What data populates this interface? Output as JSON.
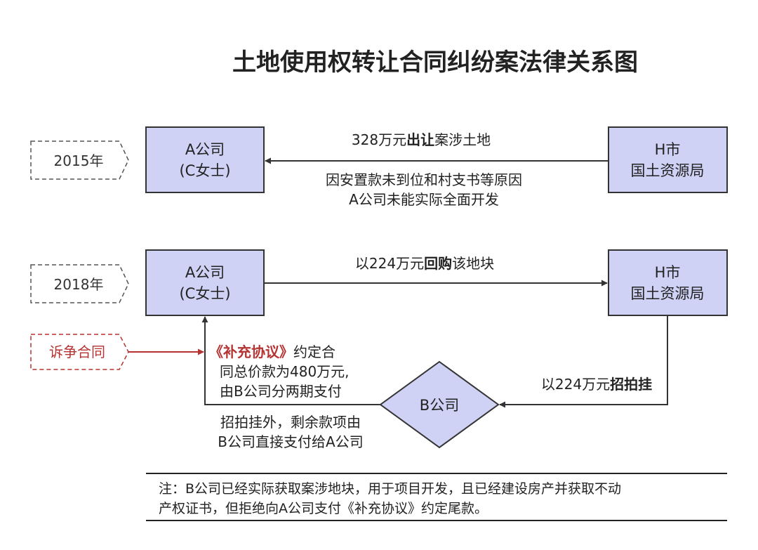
{
  "title": "土地使用权转让合同纠纷案法律关系图",
  "rows": [
    {
      "year": "2015年",
      "left_box": {
        "line1": "A公司",
        "line2": "(C女士)"
      },
      "right_box": {
        "line1": "H市",
        "line2": "国土资源局"
      },
      "edge_top": {
        "pre": "328万元",
        "bold": "出让",
        "post": "案涉土地"
      },
      "edge_below": [
        "因安置款未到位和村支书等原因",
        "A公司未能实际全面开发"
      ]
    },
    {
      "year": "2018年",
      "left_box": {
        "line1": "A公司",
        "line2": "(C女士)"
      },
      "right_box": {
        "line1": "H市",
        "line2": "国土资源局"
      },
      "edge_top": {
        "pre": "以224万元",
        "bold": "回购",
        "post": "该地块"
      }
    }
  ],
  "dispute_label": "诉争合同",
  "supplement": {
    "bold": "《补充协议》",
    "line1_post": "约定合",
    "line2": "同总价款为480万元,",
    "line3": "由B公司分两期支付"
  },
  "b_company": "B公司",
  "right_edge": {
    "pre": "以224万元",
    "bold": "招拍挂"
  },
  "bottom_edge": [
    "招拍挂外，剩余款项由",
    "B公司直接支付给A公司"
  ],
  "note": [
    "注：B公司已经实际获取案涉地块，用于项目开发，且已经建设房产并获取不动",
    "产权证书，但拒绝向A公司支付《补充协议》约定尾款。"
  ],
  "colors": {
    "box_fill": "#cfd1f5",
    "box_stroke": "#333333",
    "edge": "#333333",
    "dispute": "#b53333"
  }
}
